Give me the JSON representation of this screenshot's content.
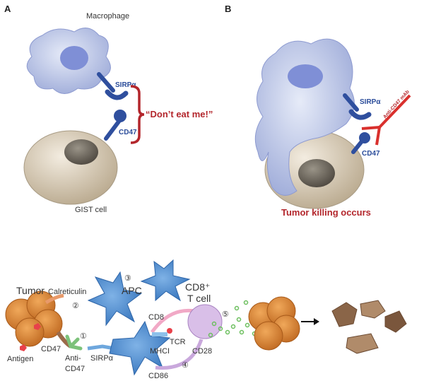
{
  "panel_a": {
    "letter": "A",
    "macrophage_label": "Macrophage",
    "sirpa_label": "SIRPα",
    "cd47_label": "CD47",
    "message": "“Don’t eat me!”",
    "gist_label": "GIST cell"
  },
  "panel_b": {
    "letter": "B",
    "sirpa_label": "SIRPα",
    "cd47_label": "CD47",
    "antibody_label": "Anti-CD47 mAb",
    "outcome": "Tumor killing occurs"
  },
  "bottom": {
    "tumor": "Tumor",
    "calreticulin": "Calreticulin",
    "antigen": "Antigen",
    "cd47": "CD47",
    "anti_cd47_line1": "Anti-",
    "anti_cd47_line2": "CD47",
    "sirpa": "SIRPα",
    "apc": "APC",
    "cd8_t_cell_line1": "CD8⁺",
    "cd8_t_cell_line2": "T cell",
    "cd8": "CD8",
    "tcr": "TCR",
    "mhci": "MHCI",
    "cd28": "CD28",
    "cd86": "CD86",
    "steps": [
      "①",
      "②",
      "③",
      "④",
      "⑤"
    ]
  },
  "colors": {
    "macrophage": "#b9c4e8",
    "receptor": "#2f4f9e",
    "red": "#b3262c",
    "tumor": "#d98a3a",
    "apc": "#4f8fd0",
    "tcell": "#c9a8dc",
    "cytokine": "#6cbf5e"
  }
}
